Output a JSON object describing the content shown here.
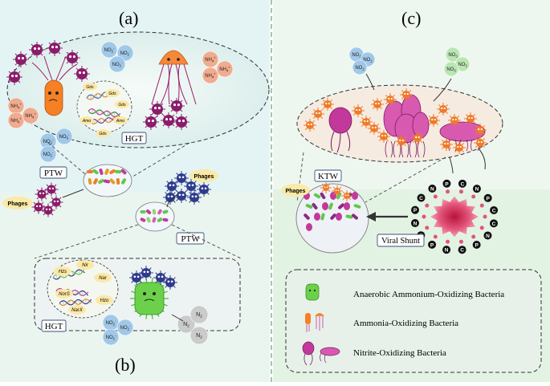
{
  "panels": {
    "a": {
      "label": "(a)"
    },
    "b": {
      "label": "(b)"
    },
    "c": {
      "label": "(c)"
    }
  },
  "chemicals": {
    "no2": "NO2-",
    "no3": "NO3-",
    "nh4": "NH4+",
    "n2": "N2",
    "no2_plain": "NO2",
    "no3_plain": "NO3"
  },
  "genes_a": [
    "Gds",
    "Gds",
    "Gds",
    "Amo",
    "Amo",
    "Gds"
  ],
  "genes_b": [
    "Nir",
    "Hzs",
    "Nar",
    "NorS",
    "Hzo",
    "NarX"
  ],
  "tags": {
    "hgt_a": "HGT",
    "hgt_b": "HGT",
    "ptw_a": "PTW",
    "ptw_b": "PTW",
    "ktw": "KTW",
    "viral_shunt": "Viral Shunt",
    "phages_a": "Phages",
    "phages_b": "Phages",
    "phages_c": "Phages"
  },
  "nutrients": [
    "C",
    "N",
    "P"
  ],
  "legend": {
    "items": [
      {
        "label": "Anaerobic Ammonium-Oxidizing Bacteria",
        "color": "#5fc94a"
      },
      {
        "label": "Ammonia-Oxidizing Bacteria",
        "color": "#f07a28"
      },
      {
        "label": "Nitrite-Oxidizing Bacteria",
        "color": "#c2399b"
      }
    ]
  },
  "colors": {
    "left_bg": "#e3f3f3",
    "right_bg": "#eaf5ea",
    "no_bubble": "#9dc6e8",
    "nh4_bubble": "#f2a88a",
    "n2_bubble": "#c9c9c9",
    "no2_c_bubble": "#b9e6b0",
    "gene_bubble": "#fce8a6",
    "phage_magenta": "#8b1c6a",
    "phage_blue": "#2e3b8c"
  }
}
